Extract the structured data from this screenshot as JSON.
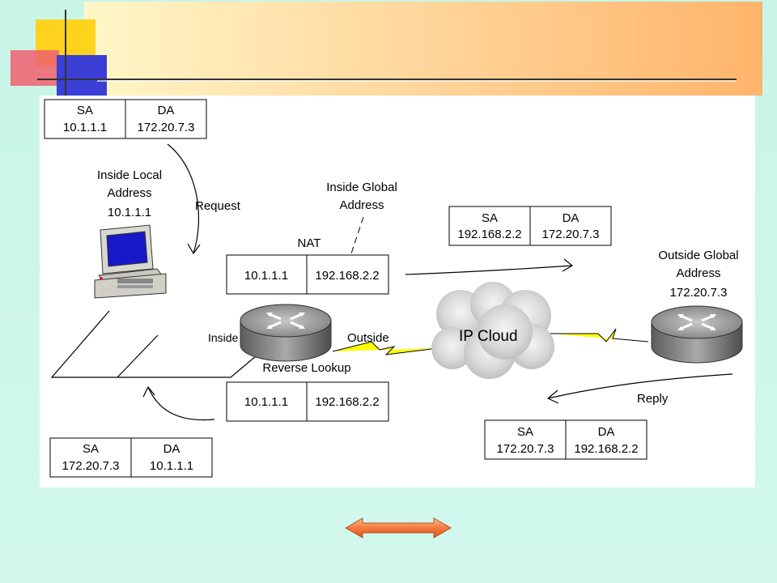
{
  "packets": {
    "request_in": {
      "sa_label": "SA",
      "sa": "10.1.1.1",
      "da_label": "DA",
      "da": "172.20.7.3"
    },
    "request_out": {
      "sa_label": "SA",
      "sa": "192.168.2.2",
      "da_label": "DA",
      "da": "172.20.7.3"
    },
    "reply_in": {
      "sa_label": "SA",
      "sa": "172.20.7.3",
      "da_label": "DA",
      "da": "192.168.2.2"
    },
    "reply_out": {
      "sa_label": "SA",
      "sa": "172.20.7.3",
      "da_label": "DA",
      "da": "10.1.1.1"
    }
  },
  "nat_table": {
    "title": "NAT",
    "inside_local": "10.1.1.1",
    "inside_global": "192.168.2.2"
  },
  "reverse_table": {
    "title": "Reverse Lookup",
    "inside_local": "10.1.1.1",
    "inside_global": "192.168.2.2"
  },
  "labels": {
    "inside_local": [
      "Inside Local",
      "Address",
      "10.1.1.1"
    ],
    "inside_global": [
      "Inside Global",
      "Address"
    ],
    "outside_global": [
      "Outside Global",
      "Address",
      "172.20.7.3"
    ],
    "request": "Request",
    "reply": "Reply",
    "inside": "Inside",
    "outside": "Outside",
    "ip_cloud": "IP Cloud"
  },
  "colors": {
    "header_start": "#fff7c8",
    "header_end": "#ffb46a",
    "background": "#c8f5e8",
    "lightning": "#ffff00",
    "nav_arrow": "#f47a3e"
  }
}
